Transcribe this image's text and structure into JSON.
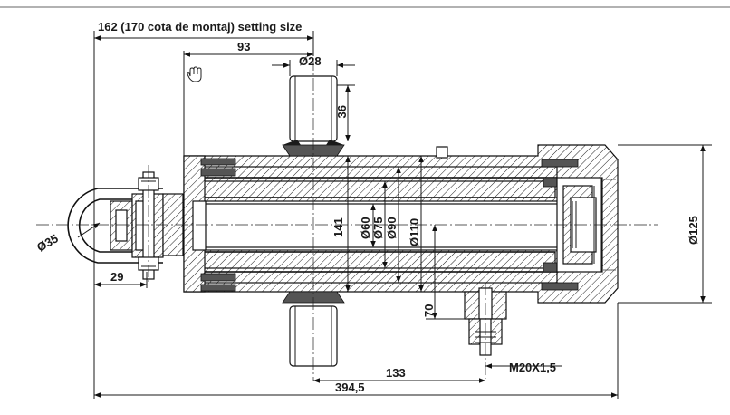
{
  "labels": {
    "setting_size": "162 (170 cota de montaj) setting size",
    "d93": "93",
    "d28": "Ø28",
    "d36": "36",
    "d141": "141",
    "d60": "Ø60",
    "d75": "Ø75",
    "d90": "Ø90",
    "d110": "Ø110",
    "d125": "Ø125",
    "d35": "Ø35",
    "d29": "29",
    "d70": "70",
    "d133": "133",
    "thread": "M20X1,5",
    "d394": "394,5"
  },
  "icons": {
    "hand": "hand-cursor-icon"
  }
}
